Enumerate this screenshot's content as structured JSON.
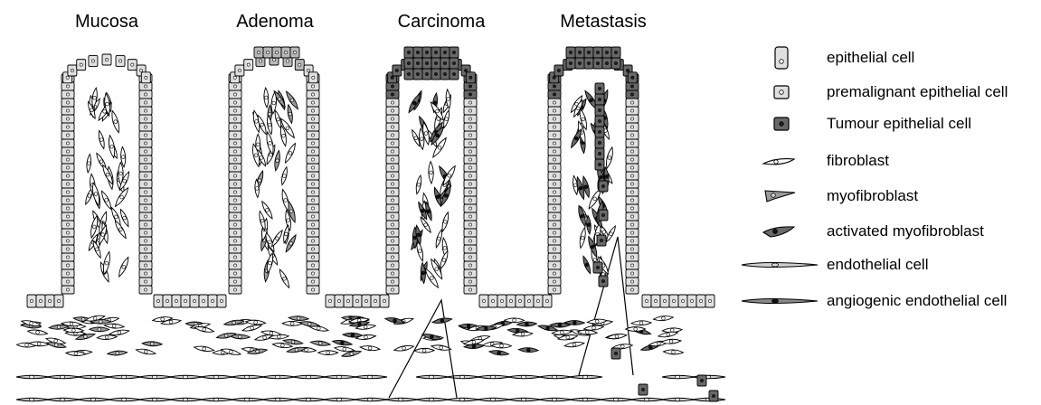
{
  "stages": [
    {
      "title": "Mucosa"
    },
    {
      "title": "Adenoma"
    },
    {
      "title": "Carcinoma"
    },
    {
      "title": "Metastasis"
    }
  ],
  "legend": [
    {
      "label": "epithelial cell",
      "icon": "epithelial-cell-icon"
    },
    {
      "label": "premalignant epithelial cell",
      "icon": "premalignant-epithelial-cell-icon"
    },
    {
      "label": "Tumour epithelial cell",
      "icon": "tumour-epithelial-cell-icon"
    },
    {
      "label": "fibroblast",
      "icon": "fibroblast-icon"
    },
    {
      "label": "myofibroblast",
      "icon": "myofibroblast-icon"
    },
    {
      "label": "activated myofibroblast",
      "icon": "activated-myofibroblast-icon"
    },
    {
      "label": "endothelial cell",
      "icon": "endothelial-cell-icon"
    },
    {
      "label": "angiogenic endothelial cell",
      "icon": "angiogenic-endothelial-cell-icon"
    }
  ],
  "colors": {
    "epithelial": "#e0e0e0",
    "premalignant": "#b8b8b8",
    "tumour": "#686868",
    "stroke": "#000000",
    "fibroblast": "#ffffff",
    "myofibroblast": "#9a9a9a",
    "activated": "#6a6a6a",
    "endothelial": "#d0d0d0"
  }
}
